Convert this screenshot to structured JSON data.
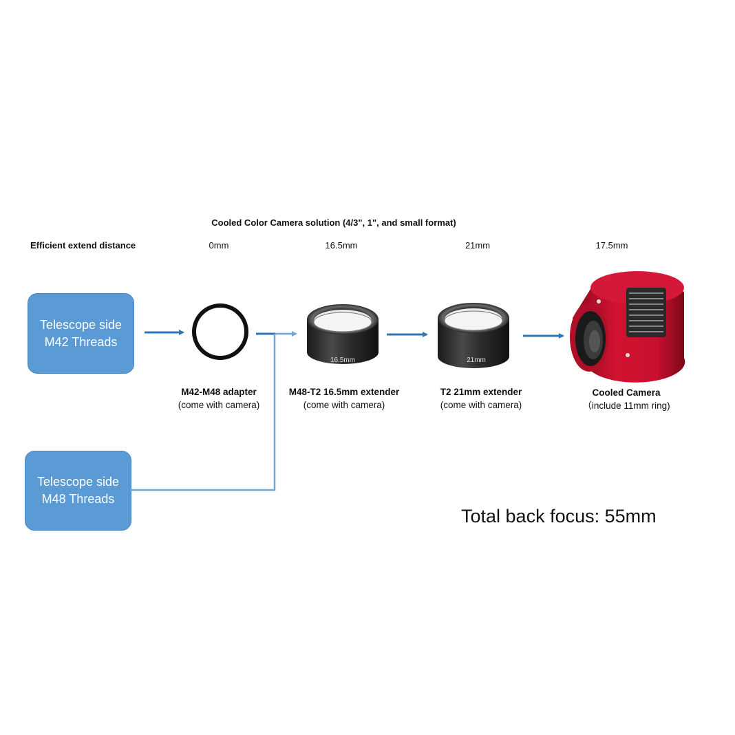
{
  "header": {
    "title": "Cooled Color Camera solution (4/3\", 1\", and small format)",
    "distance_label": "Efficient extend distance"
  },
  "distances": [
    "0mm",
    "16.5mm",
    "21mm",
    "17.5mm"
  ],
  "sources": [
    {
      "line1": "Telescope side",
      "line2": "M42 Threads"
    },
    {
      "line1": "Telescope side",
      "line2": "M48 Threads"
    }
  ],
  "components": [
    {
      "name": "M42-M48 adapter",
      "note": "(come with camera)",
      "engraving": ""
    },
    {
      "name": "M48-T2 16.5mm extender",
      "note": "(come with camera)",
      "engraving": "16.5mm"
    },
    {
      "name": "T2 21mm extender",
      "note": "(come with camera)",
      "engraving": "21mm"
    },
    {
      "name": "Cooled Camera",
      "note": "（include 11mm ring)",
      "engraving": ""
    }
  ],
  "total": "Total back focus: 55mm",
  "colors": {
    "box_fill": "#5b9bd5",
    "arrow": "#2e75b6",
    "connector": "#6fa5d8",
    "camera_red": "#c8102e"
  }
}
